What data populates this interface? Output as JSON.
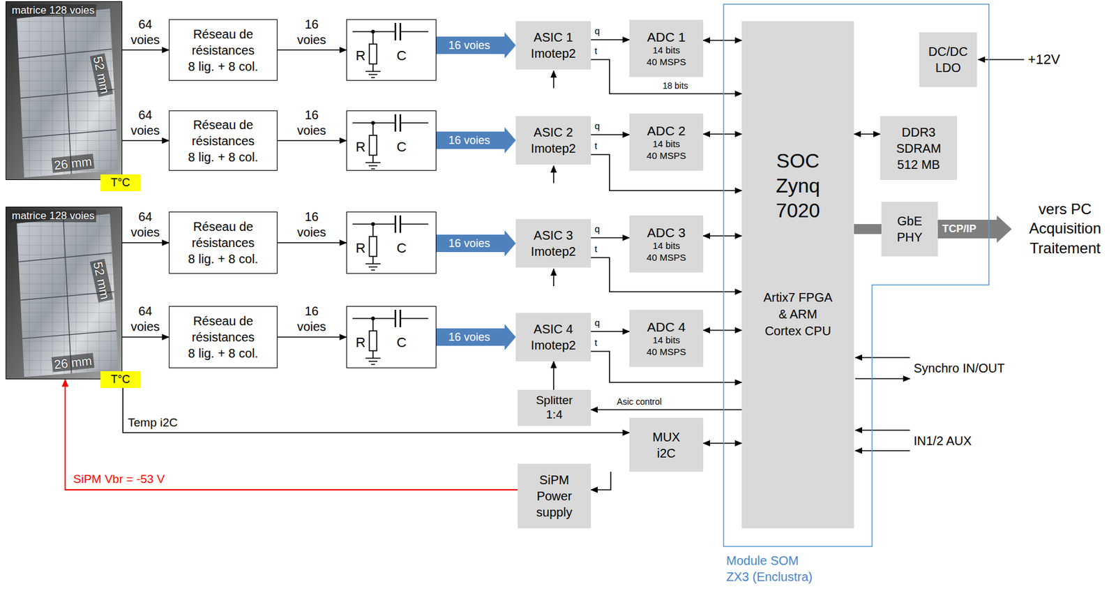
{
  "diagram": {
    "nodes": [
      {
        "text": [
          "matrice 128 voies",
          "52 mm",
          "26 mm"
        ]
      },
      {
        "text": [
          "T°C"
        ]
      },
      {
        "text": [
          "Réseau de résistances",
          "8 lig. + 8 col."
        ]
      },
      {
        "text": [
          "R",
          "C"
        ]
      },
      {
        "text": [
          "ASIC 1 Imotep2"
        ]
      },
      {
        "text": [
          "ADC 1",
          "14 bits",
          "40 MSPS"
        ]
      },
      {
        "text": [
          "Réseau de résistances",
          "8 lig. + 8 col."
        ]
      },
      {
        "text": [
          "R",
          "C"
        ]
      },
      {
        "text": [
          "ASIC 2 Imotep2"
        ]
      },
      {
        "text": [
          "ADC 2",
          "14 bits",
          "40 MSPS"
        ]
      },
      {
        "text": [
          "matrice 128 voies",
          "52 mm",
          "26 mm"
        ]
      },
      {
        "text": [
          "T°C"
        ]
      },
      {
        "text": [
          "Réseau de résistances",
          "8 lig. + 8 col."
        ]
      },
      {
        "text": [
          "R",
          "C"
        ]
      },
      {
        "text": [
          "ASIC 3 Imotep2"
        ]
      },
      {
        "text": [
          "ADC 3",
          "14 bits",
          "40 MSPS"
        ]
      },
      {
        "text": [
          "Réseau de résistances",
          "8 lig. + 8 col."
        ]
      },
      {
        "text": [
          "R",
          "C"
        ]
      },
      {
        "text": [
          "ASIC 4 Imotep2"
        ]
      },
      {
        "text": [
          "ADC 4",
          "14 bits",
          "40 MSPS"
        ]
      },
      {
        "text": [
          "Module SOM ZX3 (Enclustra)"
        ]
      },
      {
        "text": [
          "SOC Zynq 7020",
          "Artix7 FPGA & ARM Cortex CPU"
        ],
        "in": 20
      },
      {
        "text": [
          "DC/DC LDO"
        ],
        "in": 20
      },
      {
        "text": [
          "DDR3 SDRAM 512 MB"
        ],
        "in": 20
      },
      {
        "text": [
          "GbE PHY"
        ],
        "in": 20
      },
      {
        "text": [
          "Splitter 1:4"
        ]
      },
      {
        "text": [
          "MUX i2C"
        ]
      },
      {
        "text": [
          "SiPM Power supply"
        ]
      }
    ],
    "edges": [
      {
        "from": 0,
        "to": 2,
        "label": "64 voies",
        "arrow": "to"
      },
      {
        "from": 0,
        "to": 6,
        "label": "64 voies",
        "arrow": "to"
      },
      {
        "from": 2,
        "to": 3,
        "label": "16 voies",
        "arrow": "to"
      },
      {
        "from": 6,
        "to": 7,
        "label": "16 voies",
        "arrow": "to"
      },
      {
        "from": 3,
        "to": 4,
        "label": "16 voies",
        "arrow": "to"
      },
      {
        "from": 7,
        "to": 8,
        "label": "16 voies",
        "arrow": "to"
      },
      {
        "from": 4,
        "to": 5,
        "label": "q",
        "arrow": "to"
      },
      {
        "from": 8,
        "to": 9,
        "label": "q",
        "arrow": "to"
      },
      {
        "from": 4,
        "to": 21,
        "label": "t",
        "arrow": "to"
      },
      {
        "from": 8,
        "to": 21,
        "label": "t",
        "arrow": "to"
      },
      {
        "from": 5,
        "to": 21,
        "arrow": "both"
      },
      {
        "from": 9,
        "to": 21,
        "arrow": "both"
      },
      {
        "from": 10,
        "to": 12,
        "label": "64 voies",
        "arrow": "to"
      },
      {
        "from": 10,
        "to": 16,
        "label": "64 voies",
        "arrow": "to"
      },
      {
        "from": 12,
        "to": 13,
        "label": "16 voies",
        "arrow": "to"
      },
      {
        "from": 16,
        "to": 17,
        "label": "16 voies",
        "arrow": "to"
      },
      {
        "from": 13,
        "to": 14,
        "label": "16 voies",
        "arrow": "to"
      },
      {
        "from": 17,
        "to": 18,
        "label": "16 voies",
        "arrow": "to"
      },
      {
        "from": 14,
        "to": 15,
        "label": "q",
        "arrow": "to"
      },
      {
        "from": 18,
        "to": 19,
        "label": "q",
        "arrow": "to"
      },
      {
        "from": 14,
        "to": 21,
        "label": "t",
        "arrow": "to"
      },
      {
        "from": 18,
        "to": 21,
        "label": "t",
        "arrow": "to"
      },
      {
        "from": 15,
        "to": 21,
        "arrow": "both"
      },
      {
        "from": 19,
        "to": 21,
        "arrow": "both"
      },
      {
        "from": 21,
        "to": 23,
        "arrow": "both"
      },
      {
        "from": 21,
        "to": 24,
        "arrow": "none"
      },
      {
        "from": 21,
        "to": 25,
        "label": "Asic control",
        "arrow": "to"
      },
      {
        "from": 25,
        "to": 18,
        "arrow": "to"
      },
      {
        "from": 11,
        "to": 26,
        "label": "Temp i2C",
        "arrow": "to"
      },
      {
        "from": 26,
        "to": 21,
        "arrow": "both"
      },
      {
        "from": 26,
        "to": 27,
        "arrow": "to"
      },
      {
        "from": 27,
        "to": 10,
        "label": "SiPM Vbr = -53 V",
        "arrow": "to"
      }
    ],
    "labels": [
      "18 bits",
      "+12V",
      "TCP/IP",
      "vers PC Acquisition Traitement",
      "Synchro IN/OUT",
      "IN1/2 AUX"
    ]
  }
}
